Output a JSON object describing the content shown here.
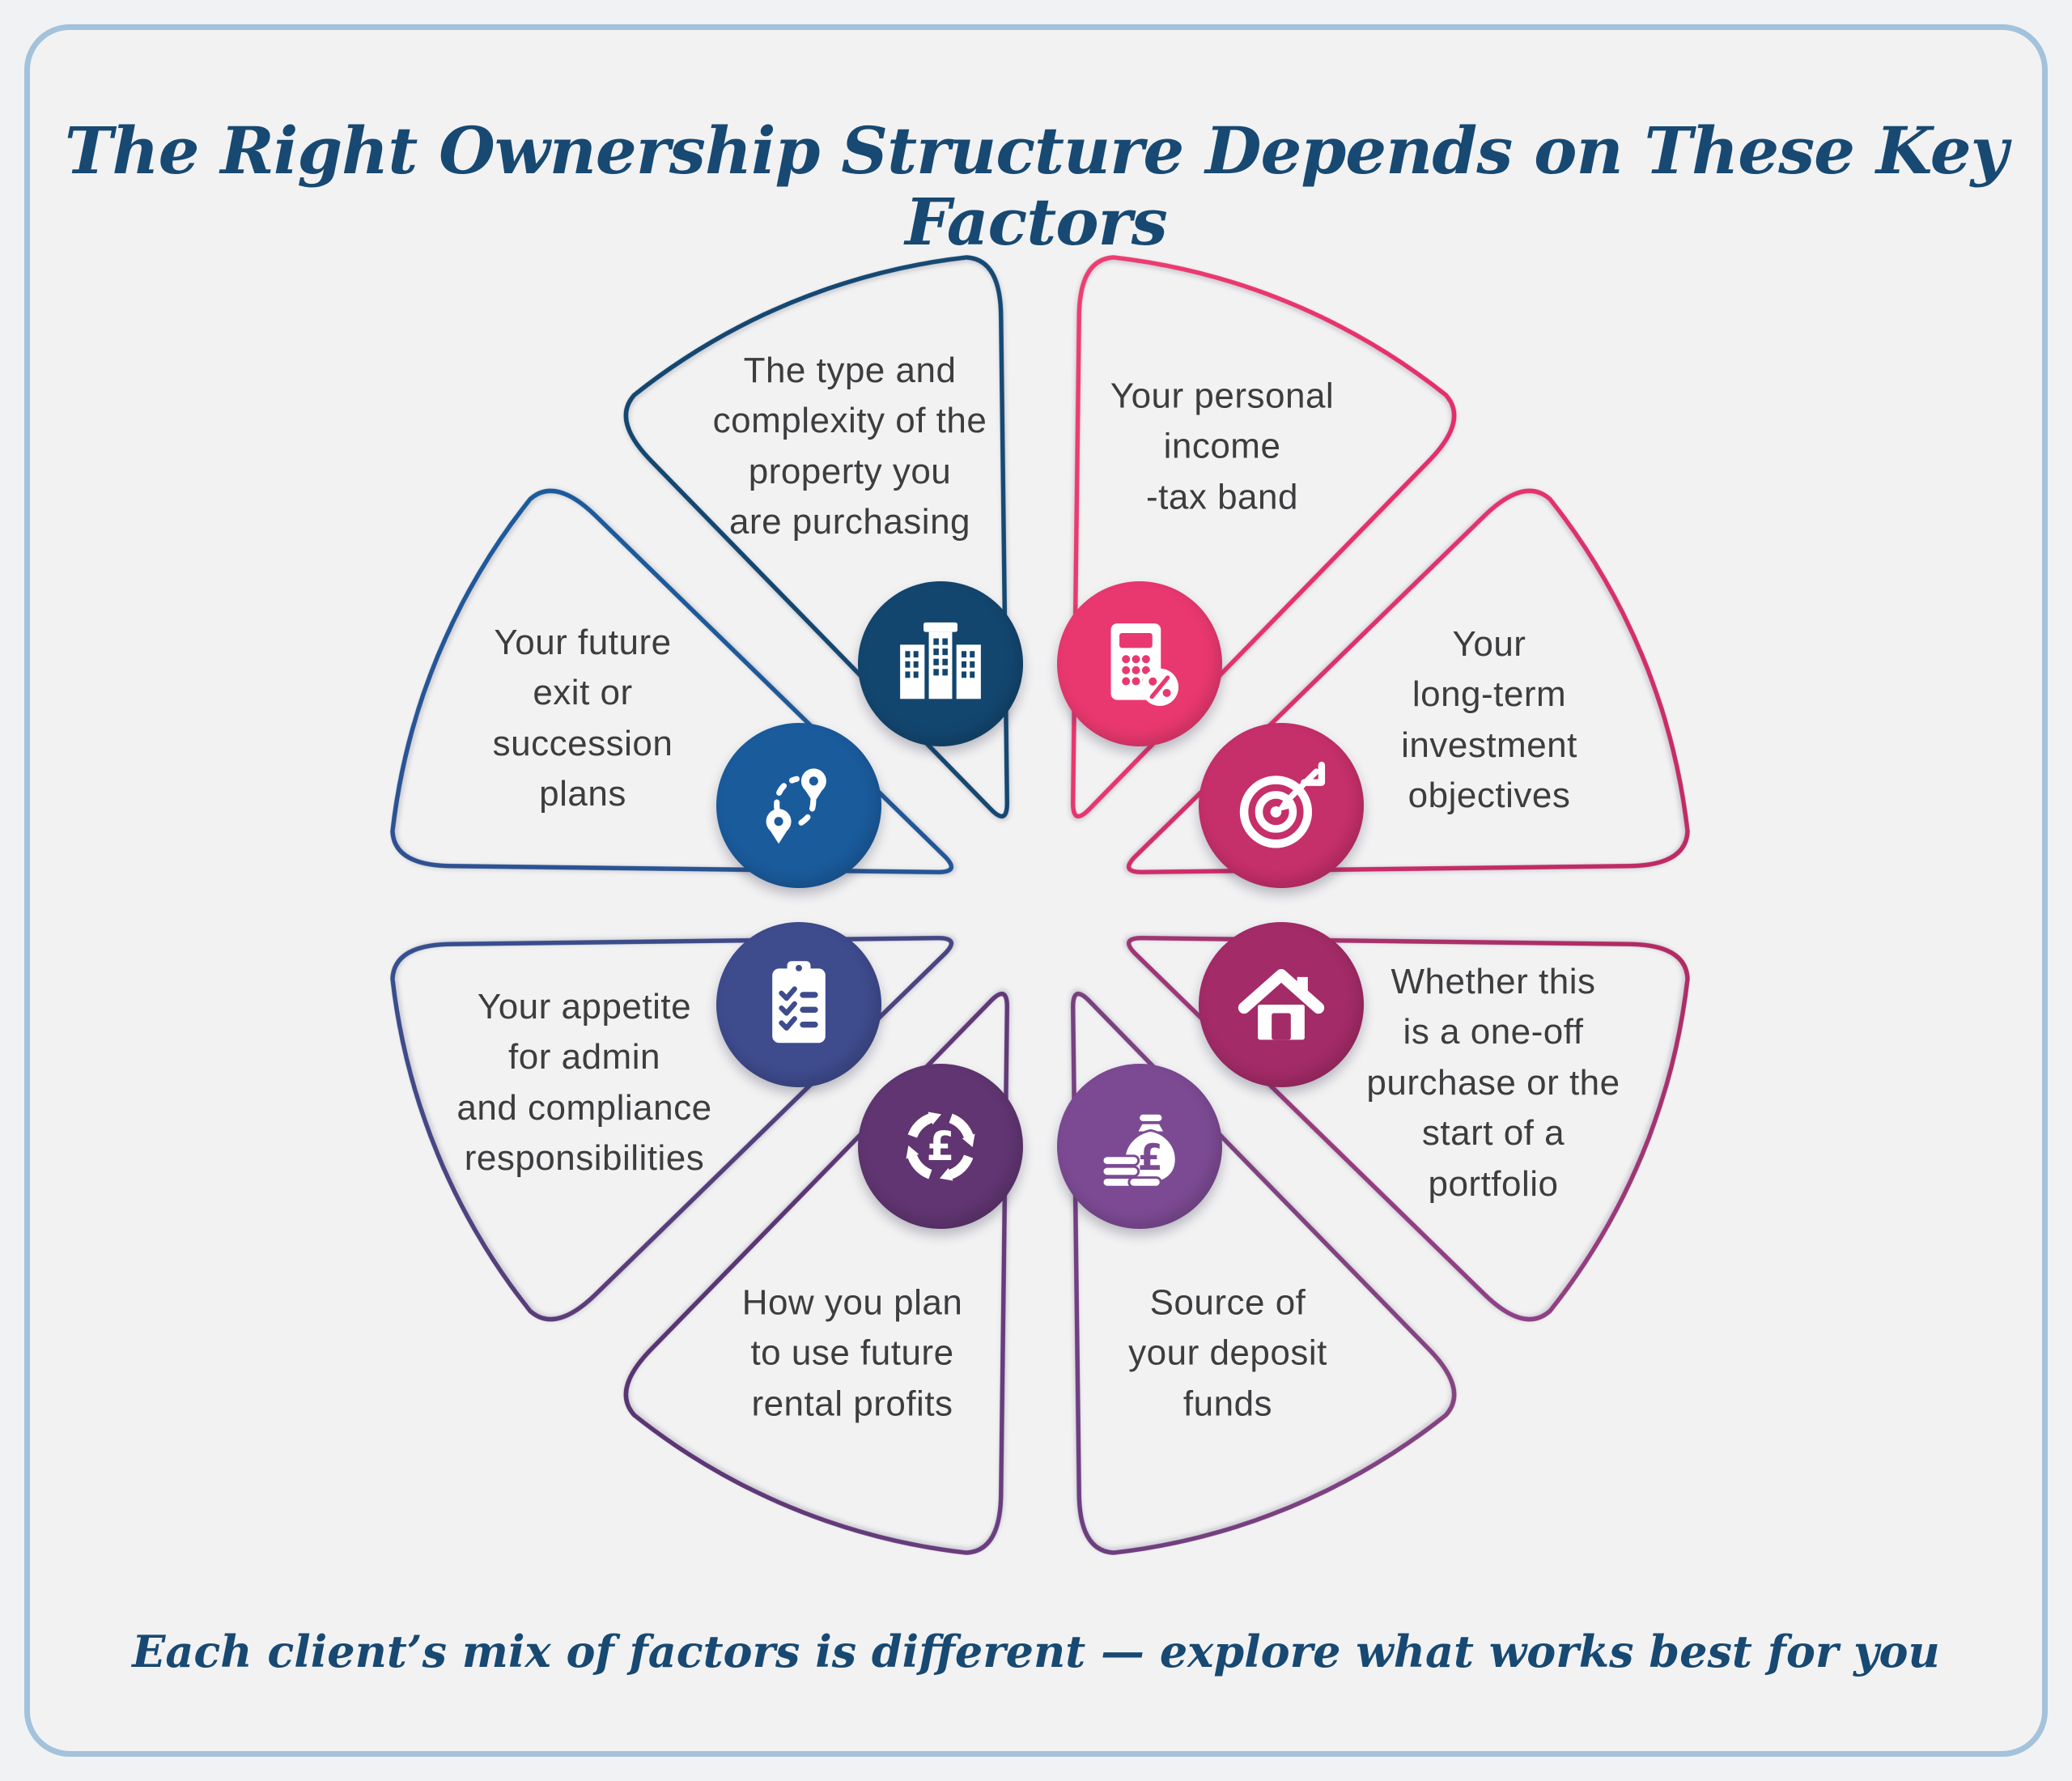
{
  "title": "The Right Ownership Structure Depends on These Key Factors",
  "footer": "Each client’s mix of factors is different — explore what works best for you",
  "colors": {
    "background": "#f1f2f3",
    "frame_border": "#a3c2db",
    "heading_text": "#174972",
    "label_text": "#3d3d3f"
  },
  "factors": [
    {
      "label": "The type and\ncomplexity of the\nproperty you\nare purchasing",
      "icon": "buildings-icon",
      "circle_color": "#13466f",
      "outline_start": "#13466f",
      "outline_end": "#164a74"
    },
    {
      "label": "Your personal\nincome\n-tax band",
      "icon": "calculator-percent-icon",
      "circle_color": "#e9386f",
      "outline_start": "#ee3e71",
      "outline_end": "#e22e6b"
    },
    {
      "label": "Your\nlong-term\ninvestment\nobjectives",
      "icon": "target-arrow-icon",
      "circle_color": "#c52f6a",
      "outline_start": "#e6336e",
      "outline_end": "#bc2a64"
    },
    {
      "label": "Whether this\nis a one-off\npurchase or the\nstart of a\nportfolio",
      "icon": "house-icon",
      "circle_color": "#a32b67",
      "outline_start": "#b22a61",
      "outline_end": "#8d4187"
    },
    {
      "label": "Source of\nyour deposit\nfunds",
      "icon": "money-bag-icon",
      "glyph": "£",
      "circle_color": "#7c4a93",
      "outline_start": "#874380",
      "outline_end": "#6b3e80"
    },
    {
      "label": "How you plan\nto use future\nrental profits",
      "icon": "currency-cycle-icon",
      "glyph": "£",
      "circle_color": "#603571",
      "outline_start": "#6b3e7f",
      "outline_end": "#573471"
    },
    {
      "label": "Your appetite\nfor admin\nand compliance\nresponsibilities",
      "icon": "clipboard-checklist-icon",
      "circle_color": "#3e4b8d",
      "outline_start": "#5c3b77",
      "outline_end": "#33508f"
    },
    {
      "label": "Your future\nexit or\nsuccession\nplans",
      "icon": "route-pins-icon",
      "circle_color": "#1a5b9c",
      "outline_start": "#2e5190",
      "outline_end": "#1a5b9c"
    }
  ]
}
